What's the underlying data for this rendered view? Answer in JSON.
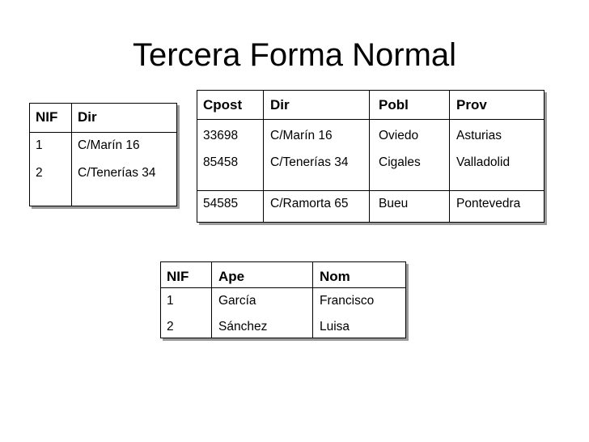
{
  "title": "Tercera Forma Normal",
  "table_nif_dir": {
    "headers": [
      "NIF",
      "Dir"
    ],
    "rows": [
      [
        "1",
        "C/Marín 16"
      ],
      [
        "2",
        "C/Tenerías 34"
      ]
    ]
  },
  "table_cpost": {
    "headers": [
      "Cpost",
      "Dir",
      "Pobl",
      "Prov"
    ],
    "rows": [
      [
        "33698",
        "C/Marín 16",
        "Oviedo",
        "Asturias"
      ],
      [
        "85458",
        "C/Tenerías 34",
        "Cigales",
        "Valladolid"
      ],
      [
        "54585",
        "C/Ramorta 65",
        "Bueu",
        "Pontevedra"
      ]
    ]
  },
  "table_nif_ape": {
    "headers": [
      "NIF",
      "Ape",
      "Nom"
    ],
    "rows": [
      [
        "1",
        "García",
        "Francisco"
      ],
      [
        "2",
        "Sánchez",
        "Luisa"
      ]
    ]
  }
}
